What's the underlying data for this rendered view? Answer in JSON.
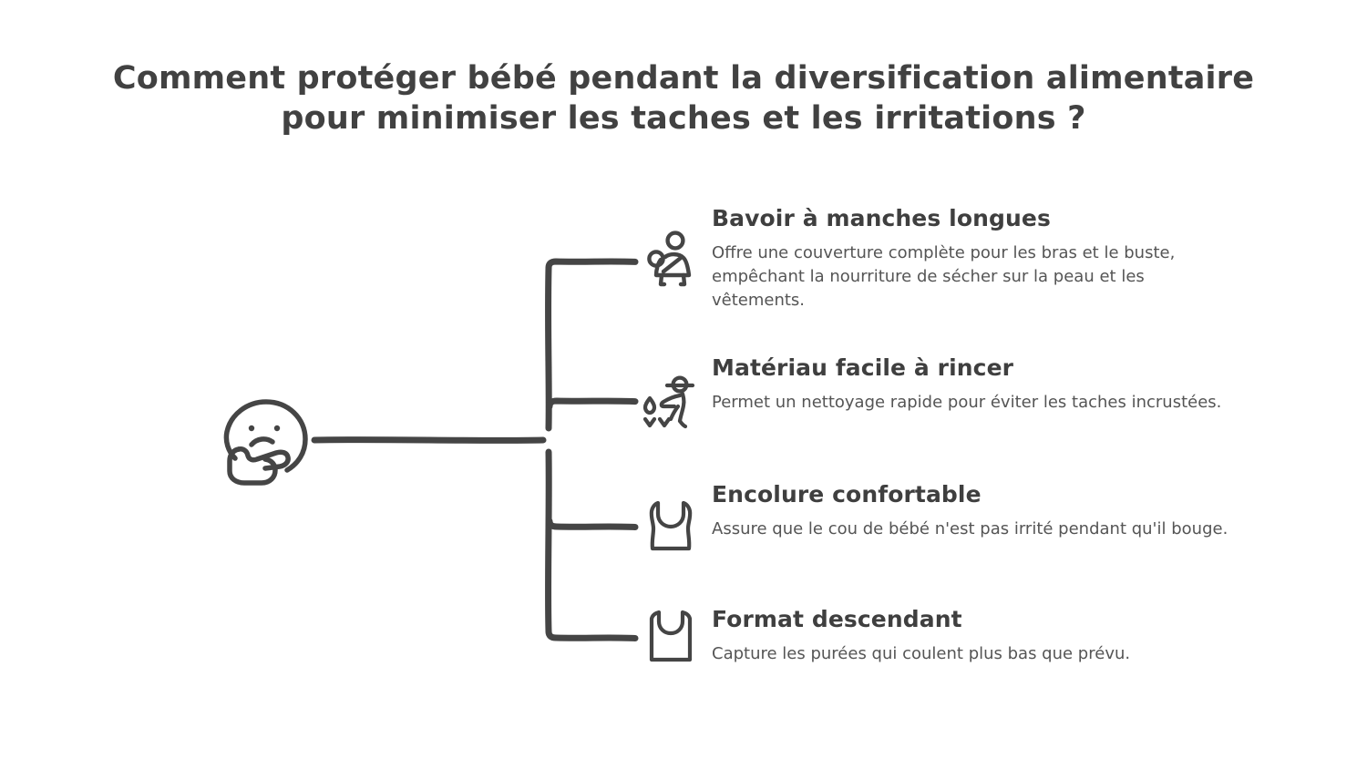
{
  "slide": {
    "background_color": "#ffffff",
    "stroke_color": "#454545",
    "title_color": "#414141",
    "heading_color": "#3f3f3f",
    "body_color": "#555555"
  },
  "title": {
    "line1": "Comment protéger bébé pendant la diversification alimentaire pour",
    "line2": "minimiser les taches et les irritations ?",
    "full": "Comment protéger bébé pendant la diversification alimentaire pour minimiser les taches et les irritations ?"
  },
  "root": {
    "icon": "thinking-face-icon"
  },
  "branches": [
    {
      "icon": "person-carrying-baby-icon",
      "title": "Bavoir à manches longues",
      "description": "Offre une couverture complète pour les bras et le buste, empêchant la nourriture de sécher sur la peau et les vêtements."
    },
    {
      "icon": "sower-farmer-icon",
      "title": "Matériau facile à rincer",
      "description": "Permet un nettoyage rapide pour éviter les taches incrustées."
    },
    {
      "icon": "tank-top-icon",
      "title": "Encolure confortable",
      "description": "Assure que le cou de bébé n'est pas irrité pendant qu'il bouge."
    },
    {
      "icon": "sleeveless-shirt-icon",
      "title": "Format descendant",
      "description": "Capture les purées qui coulent plus bas que prévu."
    }
  ]
}
